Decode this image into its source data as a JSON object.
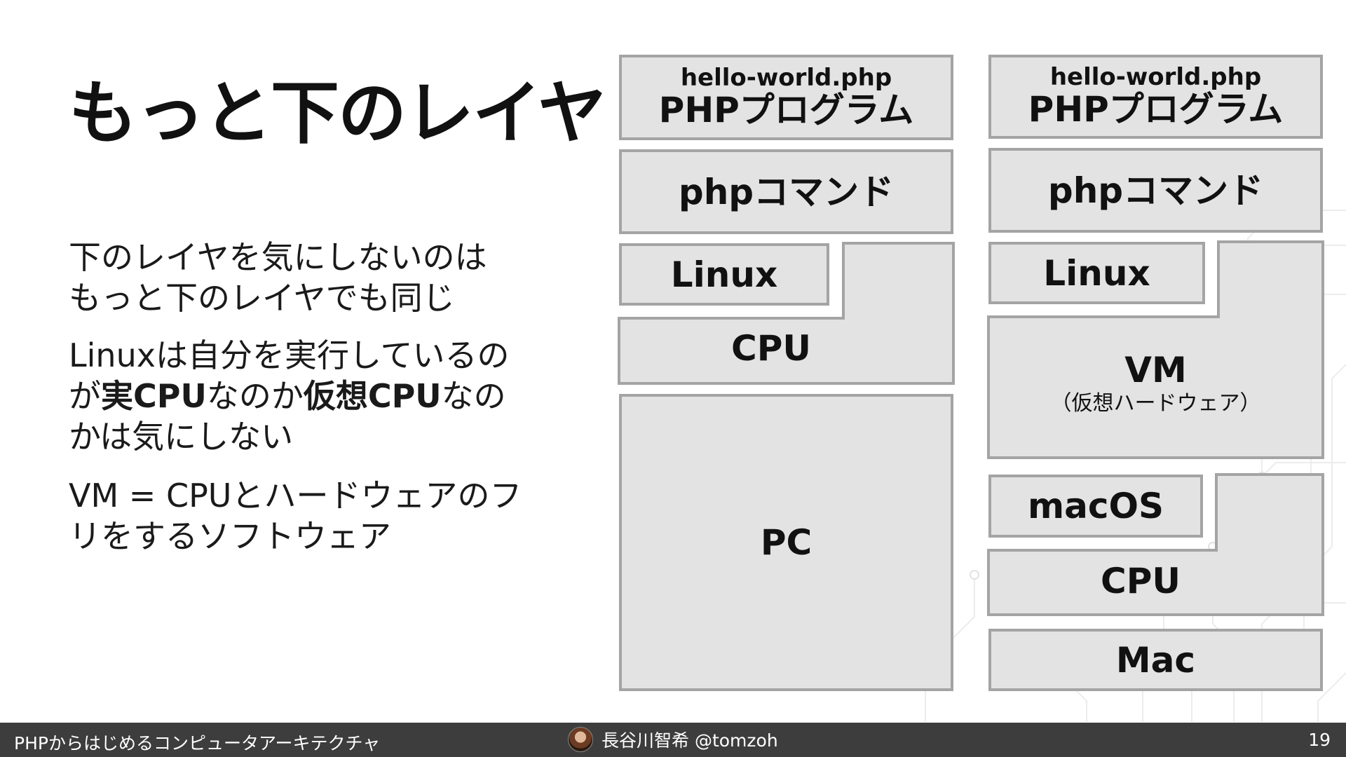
{
  "slide": {
    "title": "もっと下のレイヤ",
    "paragraphs": {
      "p1_line1": "下のレイヤを気にしないのは",
      "p1_line2": "もっと下のレイヤでも同じ",
      "p2_line1": "Linuxは自分を実行しているの",
      "p2_line2_a": "が",
      "p2_line2_b": "実CPU",
      "p2_line2_c": "なのか",
      "p2_line2_d": "仮想CPU",
      "p2_line2_e": "なの",
      "p2_line3": "かは気にしない",
      "p3_line1": "VM = CPUとハードウェアのフ",
      "p3_line2": "リをするソフトウェア"
    }
  },
  "stack_left": {
    "program_file": "hello-world.php",
    "program_label": "PHPプログラム",
    "command": "phpコマンド",
    "os": "Linux",
    "cpu": "CPU",
    "hardware": "PC"
  },
  "stack_right": {
    "program_file": "hello-world.php",
    "program_label": "PHPプログラム",
    "command": "phpコマンド",
    "guest_os": "Linux",
    "vm": "VM",
    "vm_note": "（仮想ハードウェア）",
    "host_os": "macOS",
    "cpu": "CPU",
    "hardware": "Mac"
  },
  "footer": {
    "left": "PHPからはじめるコンピュータアーキテクチャ",
    "author": "長谷川智希 @tomzoh",
    "page": "19"
  },
  "colors": {
    "box_fill": "#e3e3e3",
    "box_border": "#a4a4a4",
    "footer_bg": "#3d3d3d"
  }
}
